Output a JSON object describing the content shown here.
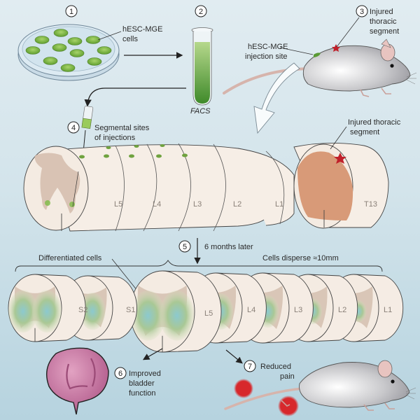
{
  "steps": [
    {
      "number": "1"
    },
    {
      "number": "2"
    },
    {
      "number": "3",
      "label_lines": [
        "Injured",
        "thoracic",
        "segment"
      ]
    },
    {
      "number": "4",
      "label_lines": [
        "Segmental sites",
        "of injections"
      ]
    },
    {
      "number": "5",
      "label": "6 months later"
    },
    {
      "number": "6",
      "label_lines": [
        "Improved",
        "bladder",
        "function"
      ]
    },
    {
      "number": "7",
      "label_lines": [
        "Reduced",
        "pain"
      ]
    }
  ],
  "dish": {
    "label_lines": [
      "hESC-MGE",
      "cells"
    ]
  },
  "tube": {
    "label": "FACS"
  },
  "mouse_top": {
    "injection_label_lines": [
      "hESC-MGE",
      "injection site"
    ]
  },
  "top_cord": {
    "segments": [
      "L5",
      "L4",
      "L3",
      "L2",
      "L1"
    ],
    "injured_segment": "T13",
    "injured_label_lines": [
      "Injured thoracic",
      "segment"
    ]
  },
  "bottom_cord": {
    "segments": [
      "S2",
      "S1",
      "L5",
      "L4",
      "L3",
      "L2",
      "L1"
    ],
    "differentiated_label": "Differentiated cells",
    "disperse_label": "Cells disperse ≈10mm"
  },
  "colors": {
    "cell_green": "#7dbb45",
    "tissue": "#f6eee6",
    "grey_matter": "#c8b3a4",
    "injury_red": "#c0202a",
    "injured_tissue": "#d89a78",
    "bladder": "#b8648f",
    "pain_red": "#d7282c"
  }
}
